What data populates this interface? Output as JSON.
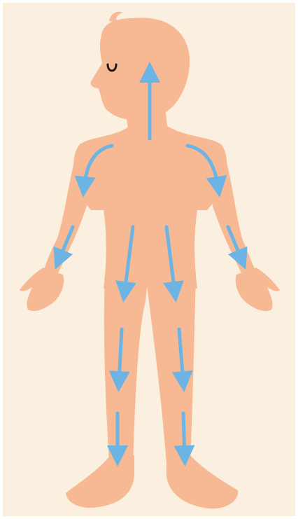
{
  "figure": {
    "subject": "human-body",
    "colors": {
      "background": "#fbefe0",
      "frame": "#ffffff",
      "skin": "#f7b993",
      "arrow": "#6cb4e4",
      "feature": "#1a1a1a"
    },
    "arrow_directions": {
      "neck": "up",
      "left_shoulder": "down-out",
      "right_shoulder": "down-out",
      "forearms": "down",
      "torso": "down",
      "thighs": "down",
      "shins": "down",
      "ankles": "down"
    }
  }
}
